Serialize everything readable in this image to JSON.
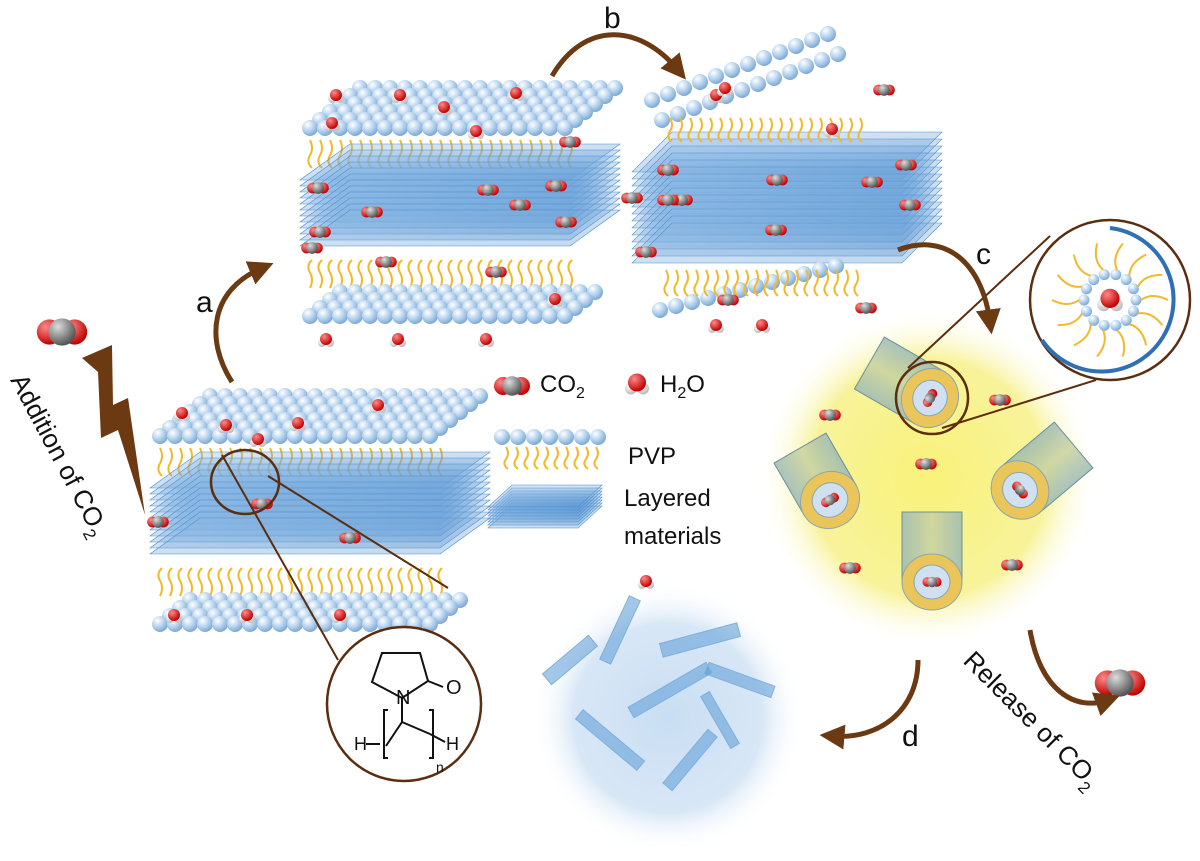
{
  "step_labels": {
    "a": "a",
    "b": "b",
    "c": "c",
    "d": "d"
  },
  "addition": {
    "text": "Addition of CO",
    "sub": "2"
  },
  "release": {
    "text": "Release of CO",
    "sub": "2"
  },
  "legend": {
    "co2": {
      "text": "CO",
      "sub": "2"
    },
    "h2o": {
      "pre": "H",
      "sub": "2",
      "post": "O"
    },
    "pvp": "PVP",
    "layered_line1": "Layered",
    "layered_line2": "materials"
  },
  "molecule": {
    "N": "N",
    "O": "O",
    "H_left": "H",
    "H_right": "H",
    "n": "n"
  },
  "colors": {
    "sphere": "#b6d3ee",
    "sheet": "#5b9bd5",
    "pvp_tail": "#f2b928",
    "oxygen": "#e02020",
    "carbon": "#7a7a7a",
    "arrow": "#6b3a12",
    "glow_yellow": "#f7f07a",
    "glow_blue": "#cfe2f5"
  }
}
